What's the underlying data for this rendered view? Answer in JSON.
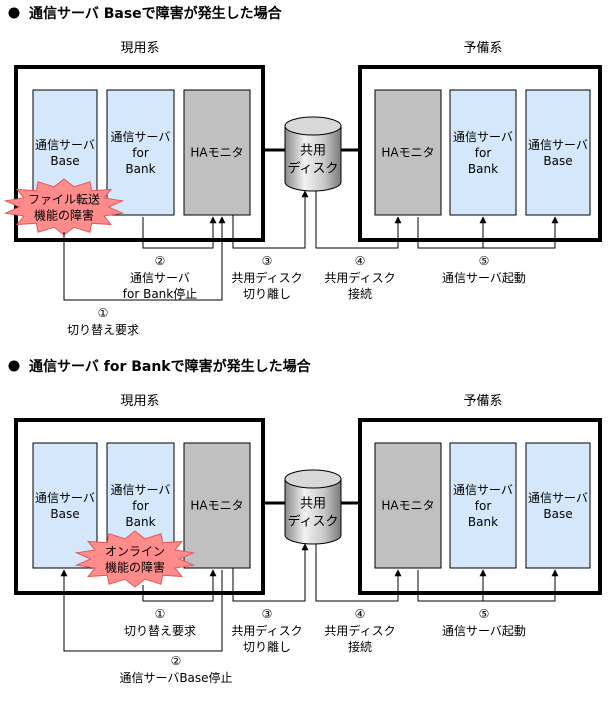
{
  "scenario1": {
    "heading": "通信サーバ Baseで障害が発生した場合",
    "active_label": "現用系",
    "standby_label": "予備系",
    "active": {
      "base": [
        "通信サーバ",
        "Base"
      ],
      "bank": [
        "通信サーバ",
        "for",
        "Bank"
      ],
      "ha": "HAモニタ"
    },
    "standby": {
      "ha": "HAモニタ",
      "bank": [
        "通信サーバ",
        "for",
        "Bank"
      ],
      "base": [
        "通信サーバ",
        "Base"
      ]
    },
    "disk": [
      "共用",
      "ディスク"
    ],
    "fault": [
      "ファイル転送",
      "機能の障害"
    ],
    "steps": {
      "s1": {
        "num": "①",
        "lines": [
          "切り替え要求"
        ]
      },
      "s2": {
        "num": "②",
        "lines": [
          "通信サーバ",
          "for Bank停止"
        ]
      },
      "s3": {
        "num": "③",
        "lines": [
          "共用ディスク",
          "切り離し"
        ]
      },
      "s4": {
        "num": "④",
        "lines": [
          "共用ディスク",
          "接続"
        ]
      },
      "s5": {
        "num": "⑤",
        "lines": [
          "通信サーバ起動"
        ]
      }
    }
  },
  "scenario2": {
    "heading": "通信サーバ for Bankで障害が発生した場合",
    "active_label": "現用系",
    "standby_label": "予備系",
    "active": {
      "base": [
        "通信サーバ",
        "Base"
      ],
      "bank": [
        "通信サーバ",
        "for",
        "Bank"
      ],
      "ha": "HAモニタ"
    },
    "standby": {
      "ha": "HAモニタ",
      "bank": [
        "通信サーバ",
        "for",
        "Bank"
      ],
      "base": [
        "通信サーバ",
        "Base"
      ]
    },
    "disk": [
      "共用",
      "ディスク"
    ],
    "fault": [
      "オンライン",
      "機能の障害"
    ],
    "steps": {
      "s1": {
        "num": "①",
        "lines": [
          "切り替え要求"
        ]
      },
      "s2": {
        "num": "②",
        "lines": [
          "通信サーバBase停止"
        ]
      },
      "s3": {
        "num": "③",
        "lines": [
          "共用ディスク",
          "切り離し"
        ]
      },
      "s4": {
        "num": "④",
        "lines": [
          "共用ディスク",
          "接続"
        ]
      },
      "s5": {
        "num": "⑤",
        "lines": [
          "通信サーバ起動"
        ]
      }
    }
  },
  "colors": {
    "server_fill": "#d5e8fb",
    "ha_fill": "#c0c0c0",
    "fault_fill": "#ff8b8b"
  }
}
